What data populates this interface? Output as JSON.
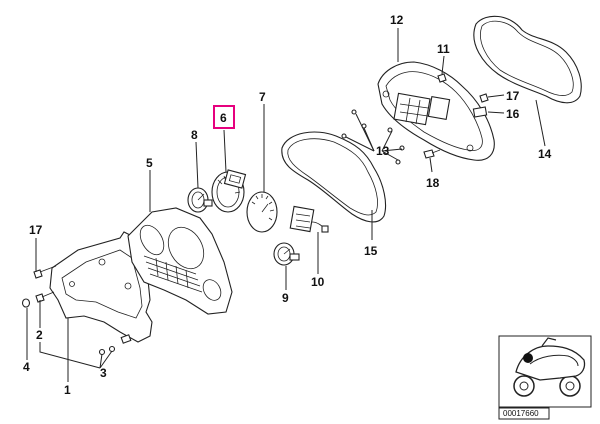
{
  "diagram": {
    "highlight_color": "#e6007e",
    "line_color": "#222222",
    "callouts": [
      {
        "id": "c1",
        "label": "1"
      },
      {
        "id": "c2",
        "label": "2"
      },
      {
        "id": "c3",
        "label": "3"
      },
      {
        "id": "c4",
        "label": "4"
      },
      {
        "id": "c5",
        "label": "5"
      },
      {
        "id": "c6",
        "label": "6",
        "highlighted": true
      },
      {
        "id": "c7",
        "label": "7"
      },
      {
        "id": "c8",
        "label": "8"
      },
      {
        "id": "c9",
        "label": "9"
      },
      {
        "id": "c10",
        "label": "10"
      },
      {
        "id": "c11",
        "label": "11"
      },
      {
        "id": "c12",
        "label": "12"
      },
      {
        "id": "c13",
        "label": "13"
      },
      {
        "id": "c14",
        "label": "14"
      },
      {
        "id": "c15",
        "label": "15"
      },
      {
        "id": "c16",
        "label": "16"
      },
      {
        "id": "c17a",
        "label": "17"
      },
      {
        "id": "c17b",
        "label": "17"
      },
      {
        "id": "c18",
        "label": "18"
      }
    ],
    "reference_number": "00017660",
    "thumbnail_icon": "motorcycle-icon"
  }
}
